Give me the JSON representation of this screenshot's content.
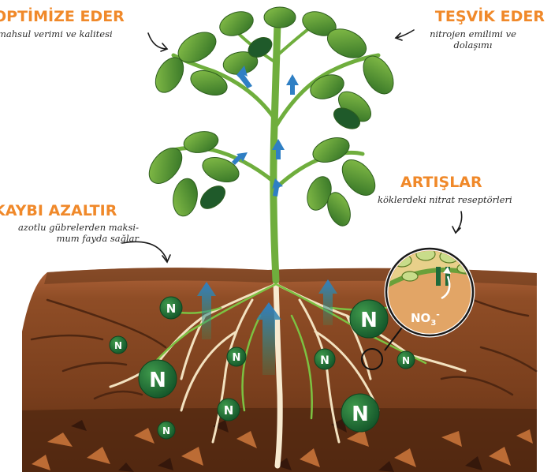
{
  "callouts": {
    "optimize": {
      "title": "OPTİMİZE EDER",
      "desc": "mahsul verimi ve kalitesi"
    },
    "promote": {
      "title": "TEŞVİK EDER",
      "desc_line1": "nitrojen emilimi ve",
      "desc_line2": "dolaşımı"
    },
    "increase": {
      "title": "ARTIŞLAR",
      "desc": "köklerdeki nitrat reseptörleri"
    },
    "reduce": {
      "title": "KAYBI AZALTIR",
      "desc_line1": "azotlu gübrelerden  maksi-",
      "desc_line2": "mum fayda sağlar"
    }
  },
  "nitrogen_symbol": "N",
  "nitrate": {
    "base": "NO",
    "sub": "3",
    "sup": "-"
  },
  "colors": {
    "accent": "#f0892a",
    "leaf": "#3f8a2f",
    "soil": "#8a4a22",
    "n_ball": "#1e6b35",
    "arrow": "#2a6fb0"
  }
}
